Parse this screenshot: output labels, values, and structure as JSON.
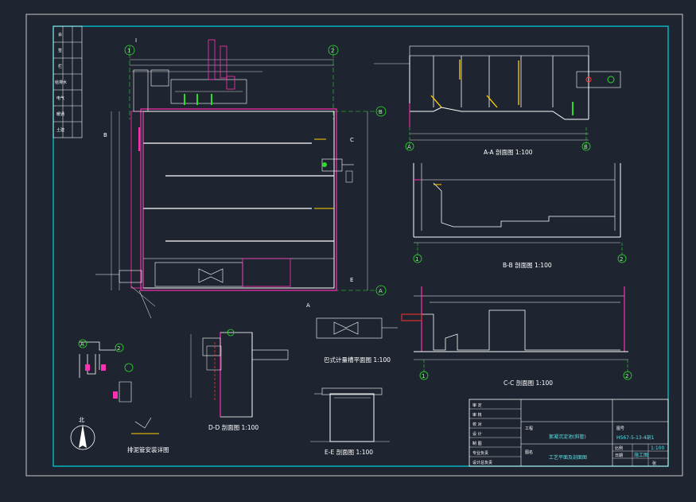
{
  "colors": {
    "background": "#1f2530",
    "outer_frame": "#c8c8c8",
    "inner_frame": "#00c8d6",
    "structure": "#ffffff",
    "tank_wall": "#ff2fb4",
    "axis": "#2bdc2b",
    "accent_red": "#ff3030",
    "accent_yellow": "#ffd400"
  },
  "captions": {
    "aa": "A-A 剖面图 1:100",
    "bb": "B-B 剖面图 1:100",
    "cc": "C-C 剖面图 1:100",
    "dd": "D-D 剖面图 1:100",
    "ee": "E-E 剖面图 1:100",
    "plan_small": "巴式计量槽平面图 1:100",
    "pipe_detail": "排泥管安装详图"
  },
  "axis_labels": {
    "one": "1",
    "two": "2",
    "a": "A",
    "b": "B"
  },
  "section_marks": {
    "top_i": "I",
    "b": "B",
    "c": "C",
    "e": "E",
    "a": "A"
  },
  "title_block": {
    "drawing_no_label": "图号",
    "drawing_no": "HS67-5-13-4剖1",
    "project_label": "工程",
    "name_label": "图名",
    "sheet_title": "工艺平面及剖面图",
    "unit_name": "絮凝沉淀池(斜管)",
    "scale_label": "比例",
    "scale_value": "1:100",
    "date_label": "日期",
    "date_value": "施工图",
    "sheet_label": "张",
    "left_rows": [
      "审 定",
      "审 核",
      "校 对",
      "设 计",
      "制 图",
      "专业负责",
      "设计总负责"
    ]
  },
  "revision_table": {
    "rows": [
      "会",
      "签",
      "栏",
      "给排水",
      "电气",
      "暖通",
      "土建"
    ]
  },
  "north_mark": "北"
}
